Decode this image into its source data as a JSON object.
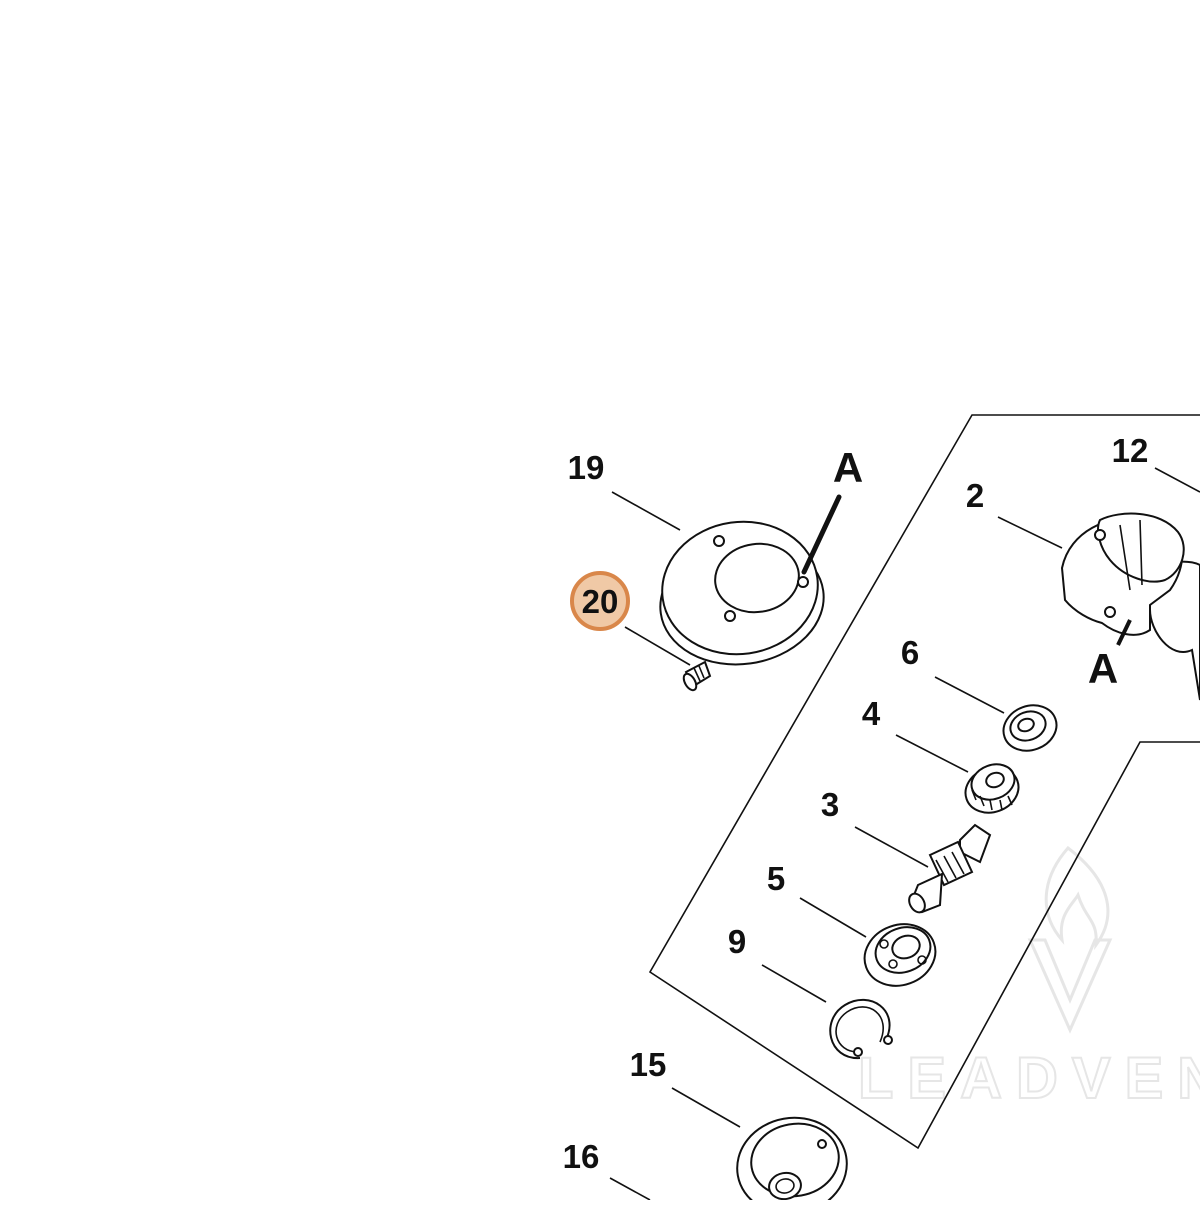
{
  "colors": {
    "line": "#111111",
    "highlight_fill": "#f0c9a6",
    "highlight_ring": "#d9874a",
    "watermark": "#e6e6e6"
  },
  "callouts": {
    "p19": "19",
    "p20": "20",
    "p12": "12",
    "p2": "2",
    "p6": "6",
    "p4": "4",
    "p3": "3",
    "p5": "5",
    "p9": "9",
    "p15": "15",
    "p16": "16",
    "a_top": "A",
    "a_bottom": "A"
  },
  "highlighted_part": "20",
  "watermark": {
    "text": "LEADVENTU",
    "icon": "flame-v-logo-icon"
  }
}
